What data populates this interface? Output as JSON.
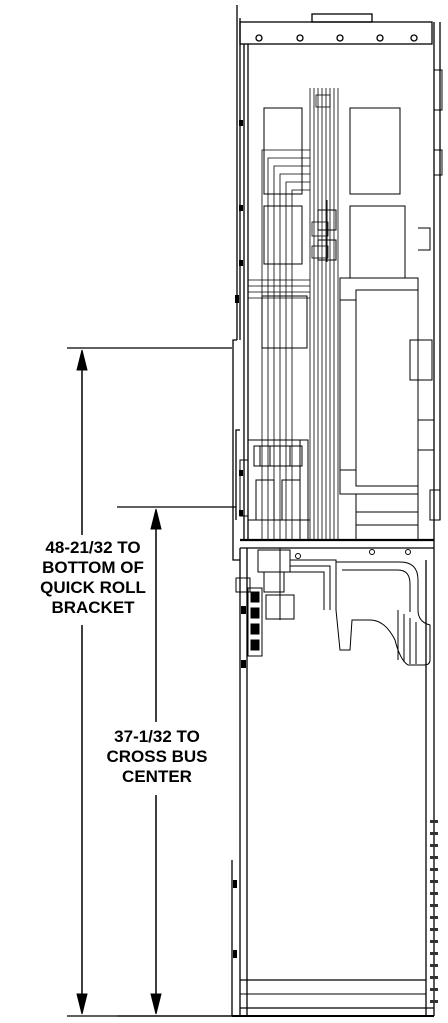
{
  "dimensions": [
    {
      "id": "quick-roll-bracket",
      "lines": [
        "48-21/32 TO",
        "BOTTOM OF",
        "QUICK ROLL",
        "BRACKET"
      ]
    },
    {
      "id": "cross-bus-center",
      "lines": [
        "37-1/32 TO",
        "CROSS BUS",
        "CENTER"
      ]
    }
  ],
  "colors": {
    "line": "#000000",
    "background": "#ffffff",
    "hatch": "#333333"
  }
}
